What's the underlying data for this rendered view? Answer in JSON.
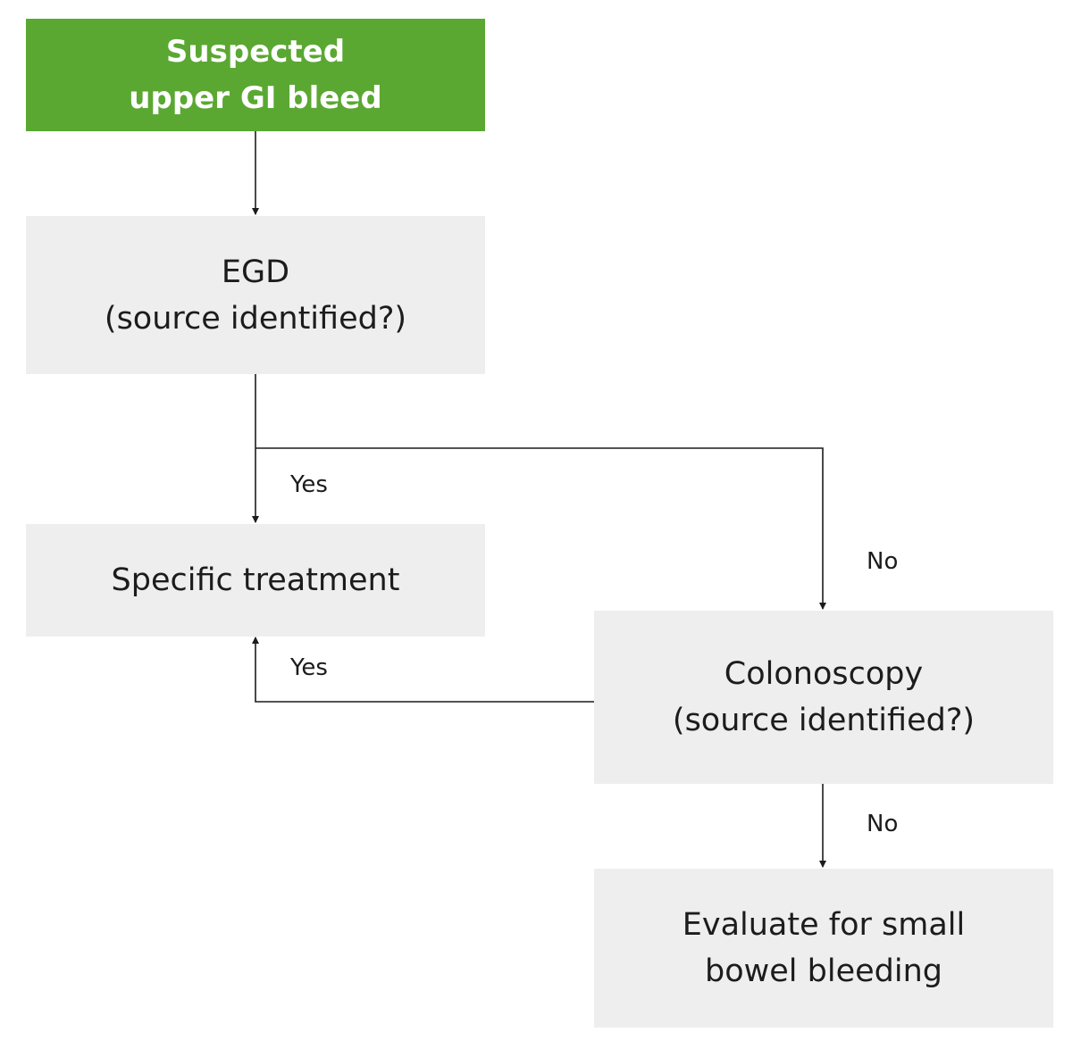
{
  "colors": {
    "start_fill": "#5aa832",
    "step_fill": "#eeeeee",
    "connector": "#1c1c1c",
    "text": "#1c1c1c",
    "start_text": "#ffffff"
  },
  "nodes": {
    "start": {
      "line1": "Suspected",
      "line2": "upper GI bleed"
    },
    "egd": {
      "line1": "EGD",
      "line2": "(source identified?)"
    },
    "treatment": {
      "line1": "Specific treatment"
    },
    "colonoscopy": {
      "line1": "Colonoscopy",
      "line2": "(source identified?)"
    },
    "small_bowel": {
      "line1": "Evaluate for small",
      "line2": "bowel bleeding"
    }
  },
  "edge_labels": {
    "egd_yes": "Yes",
    "egd_no": "No",
    "colonoscopy_yes": "Yes",
    "colonoscopy_no": "No"
  }
}
